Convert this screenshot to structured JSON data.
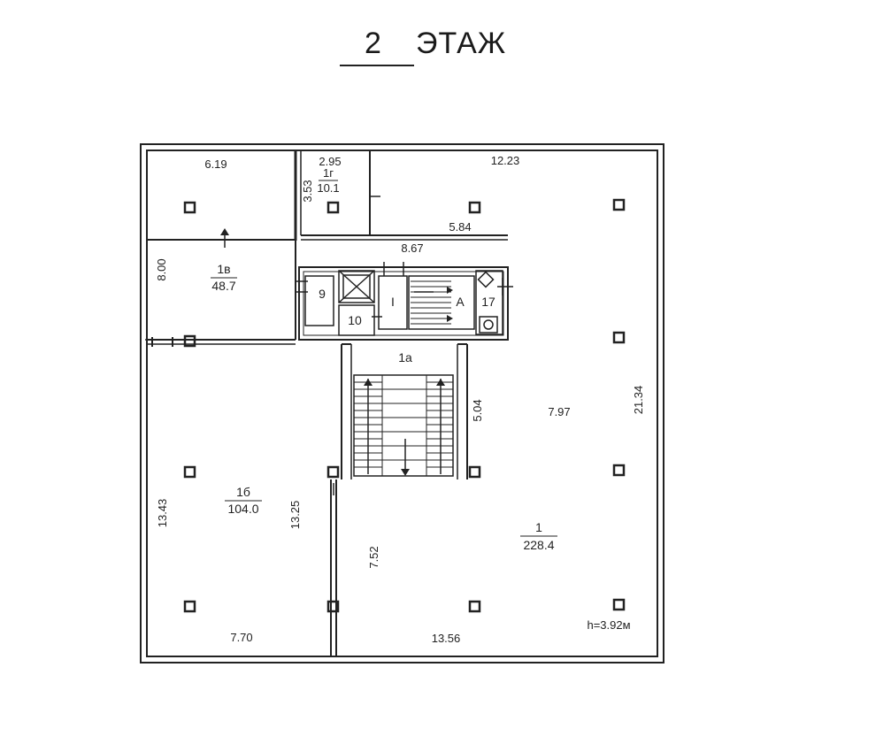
{
  "header": {
    "floor_number": "2",
    "floor_word": "ЭТАЖ"
  },
  "rooms": [
    {
      "name": "1",
      "area": "228.4"
    },
    {
      "name": "1а"
    },
    {
      "name": "1б",
      "area": "104.0"
    },
    {
      "name": "1в",
      "area": "48.7"
    },
    {
      "name": "1г",
      "area": "10.1"
    },
    {
      "name": "9"
    },
    {
      "name": "10"
    },
    {
      "name": "17"
    },
    {
      "name": "I"
    },
    {
      "name": "A"
    }
  ],
  "dimensions": [
    "6.19",
    "2.95",
    "12.23",
    "3.53",
    "5.84",
    "8.67",
    "8.00",
    "5.04",
    "7.97",
    "21.34",
    "13.43",
    "13.25",
    "7.52",
    "7.70",
    "13.56"
  ],
  "ceiling_height": "h=3.92м"
}
